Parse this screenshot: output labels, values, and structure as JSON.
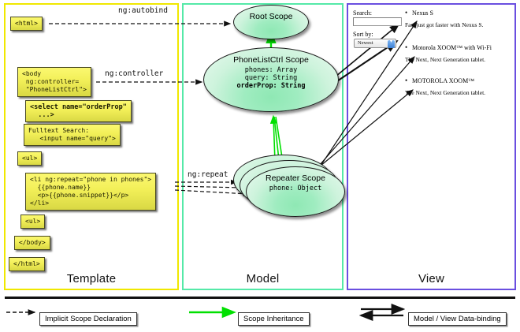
{
  "columns": [
    {
      "key": "template",
      "label": "Template",
      "border_color": "#f0e800"
    },
    {
      "key": "model",
      "label": "Model",
      "border_color": "#55e9a8"
    },
    {
      "key": "view",
      "label": "View",
      "border_color": "#6a4fe0"
    }
  ],
  "template": {
    "boxes": [
      {
        "id": "html",
        "text": "<html>"
      },
      {
        "id": "body",
        "text": "<body\n ng:controller=\n \"PhoneListCtrl\">"
      },
      {
        "id": "select",
        "text": "<select name=\"orderProp\"\n  ...>",
        "bold": true
      },
      {
        "id": "fulltext",
        "text": "Fulltext Search:\n   <input name=\"query\">"
      },
      {
        "id": "ul1",
        "text": "<ul>"
      },
      {
        "id": "li",
        "text": "<li ng:repeat=\"phone in phones\">\n  {{phone.name}}\n  <p>{{phone.snippet}}</p>\n</li>"
      },
      {
        "id": "ul2",
        "text": "<ul>"
      },
      {
        "id": "bodyend",
        "text": "</body>"
      },
      {
        "id": "htmlend",
        "text": "</html>"
      }
    ]
  },
  "model": {
    "root_scope": {
      "title": "Root\nScope"
    },
    "phonelist_scope": {
      "title": "PhoneListCtrl\nScope",
      "props": [
        {
          "text": "phones: Array",
          "bold": false
        },
        {
          "text": "query: String",
          "bold": false
        },
        {
          "text": "orderProp: String",
          "bold": true
        }
      ]
    },
    "repeater_scope": {
      "title": "Repeater\nScope",
      "props": [
        {
          "text": "phone: Object",
          "bold": false
        }
      ]
    }
  },
  "view": {
    "search_label": "Search:",
    "search_value": "",
    "search_placeholder": "",
    "sort_label": "Sort by:",
    "sort_selected": "Newest",
    "sort_options": [
      "Newest"
    ],
    "phones": [
      {
        "name": "Nexus S",
        "snippet": "Fast just got faster with Nexus S."
      },
      {
        "name": "Motorola XOOM™ with Wi-Fi",
        "snippet": "The Next, Next Generation tablet."
      },
      {
        "name": "MOTOROLA XOOM™",
        "snippet": "The Next, Next Generation tablet."
      }
    ]
  },
  "arrow_labels": {
    "autobind": "ng:autobind",
    "controller": "ng:controller",
    "repeat": "ng:repeat"
  },
  "legend": [
    {
      "id": "implicit",
      "label": "Implicit Scope Declaration",
      "style": "dashed-arrow",
      "color": "#111111"
    },
    {
      "id": "inheritance",
      "label": "Scope Inheritance",
      "style": "solid-green-arrow",
      "color": "#00e000"
    },
    {
      "id": "databinding",
      "label": "Model / View Data-binding",
      "style": "double-arrow",
      "color": "#111111"
    }
  ],
  "colors": {
    "code_box": "#f2ef58",
    "scope_fill": "#9fecc0",
    "inheritance_arrow": "#00e000",
    "template_border": "#f0e800",
    "model_border": "#55e9a8",
    "view_border": "#6a4fe0"
  }
}
